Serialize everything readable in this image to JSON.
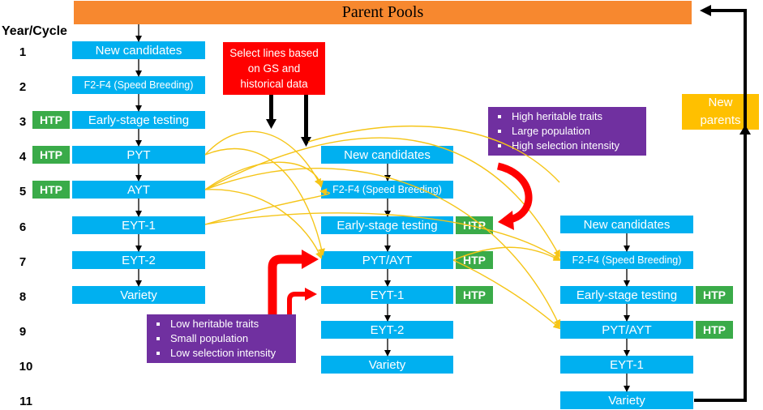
{
  "header": "Parent Pools",
  "year_cycle_label": "Year/Cycle",
  "years": [
    "1",
    "2",
    "3",
    "4",
    "5",
    "6",
    "7",
    "8",
    "9",
    "10",
    "11"
  ],
  "htp_label": "HTP",
  "col1": [
    "New candidates",
    "F2-F4 (Speed Breeding)",
    "Early-stage testing",
    "PYT",
    "AYT",
    "EYT-1",
    "EYT-2",
    "Variety"
  ],
  "col2": [
    "New candidates",
    "F2-F4 (Speed Breeding)",
    "Early-stage testing",
    "PYT/AYT",
    "EYT-1",
    "EYT-2",
    "Variety"
  ],
  "col3": [
    "New candidates",
    "F2-F4 (Speed Breeding)",
    "Early-stage testing",
    "PYT/AYT",
    "EYT-1",
    "Variety"
  ],
  "select_box": {
    "line1": "Select lines based",
    "line2": "on GS and",
    "line3": "historical data"
  },
  "high_box": [
    "High heritable traits",
    "Large population",
    "High selection intensity"
  ],
  "low_box": [
    "Low heritable traits",
    "Small population",
    "Low selection intensity"
  ],
  "new_parents": {
    "line1": "New",
    "line2": "parents"
  },
  "colors": {
    "header": "#f7882f",
    "stage": "#00b0f0",
    "htp": "#3aab49",
    "select": "#ff0000",
    "info": "#7030a0",
    "new_parents": "#ffc000",
    "arrow_yellow": "#f5c518"
  }
}
